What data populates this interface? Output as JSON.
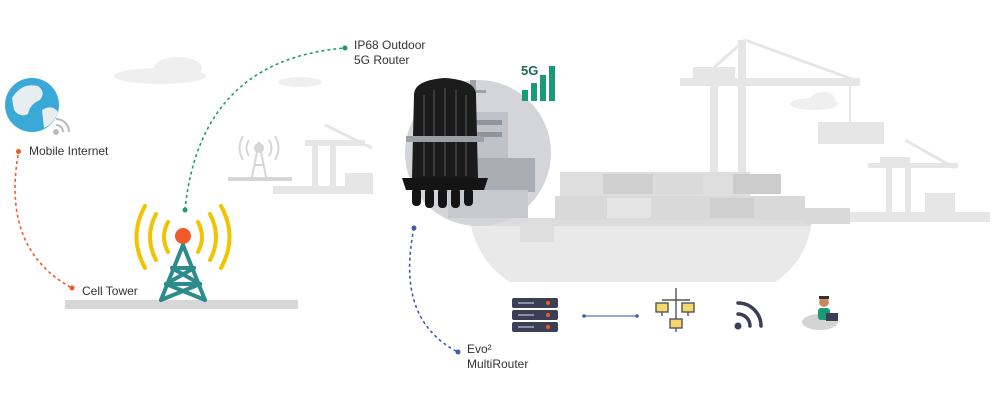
{
  "labels": {
    "mobile_internet": "Mobile Internet",
    "cell_tower": "Cell Tower",
    "outdoor_router_line1": "IP68 Outdoor",
    "outdoor_router_line2": "5G Router",
    "signal_badge": "5G",
    "multirouter_line1": "Evo²",
    "multirouter_line2": "MultiRouter"
  },
  "colors": {
    "accent_orange": "#f05a28",
    "accent_green": "#1a9b77",
    "accent_blue": "#3a5fa8",
    "tower_teal": "#2e8b8b",
    "wave_yellow": "#f2c300",
    "background_gray": "#e4e4e4",
    "router_black": "#1b1b1b"
  }
}
